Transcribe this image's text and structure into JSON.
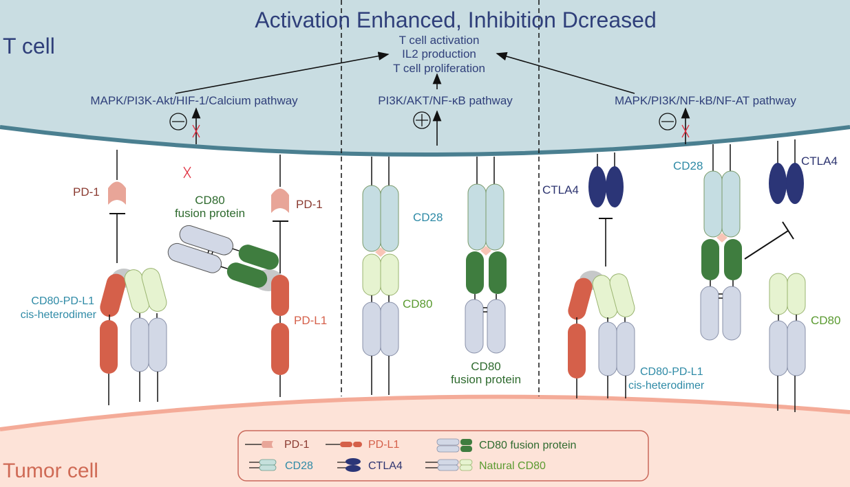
{
  "title": "Activation Enhanced, Inhibition Dcreased",
  "cells": {
    "t_cell": "T cell",
    "tumor_cell": "Tumor cell"
  },
  "outcome": {
    "lines": [
      "T cell activation",
      "IL2 production",
      "T cell proliferation"
    ]
  },
  "panels": [
    {
      "pathway": "MAPK/PI3K-Akt/HIF-1/Calcium pathway",
      "sign": "minus",
      "blocked": true,
      "labels": {
        "pd1_left": "PD-1",
        "pd1_right": "PD-1",
        "fusion": [
          "CD80",
          "fusion protein"
        ],
        "cis": [
          "CD80-PD-L1",
          "cis-heterodimer"
        ],
        "pdl1": "PD-L1"
      }
    },
    {
      "pathway": "PI3K/AKT/NF-κB pathway",
      "sign": "plus",
      "blocked": false,
      "labels": {
        "cd28": "CD28",
        "cd80": "CD80",
        "fusion": [
          "CD80",
          "fusion protein"
        ]
      }
    },
    {
      "pathway": "MAPK/PI3K/NF-kB/NF-AT pathway",
      "sign": "minus",
      "blocked": true,
      "labels": {
        "ctla4_left": "CTLA4",
        "cd28": "CD28",
        "ctla4_right": "CTLA4",
        "cis": [
          "CD80-PD-L1",
          "cis-heterodimer"
        ],
        "cd80": "CD80"
      }
    }
  ],
  "legend": [
    {
      "label": "PD-1",
      "icon": "pd1-icon",
      "color": "#8a3a30"
    },
    {
      "label": "PD-L1",
      "icon": "pdl1-icon",
      "color": "#d5604a"
    },
    {
      "label": "CD80 fusion protein",
      "icon": "fusion-protein-icon",
      "color": "#2e6a2e"
    },
    {
      "label": "CD28",
      "icon": "cd28-icon",
      "color": "#2e8aa6"
    },
    {
      "label": "CTLA4",
      "icon": "ctla4-icon",
      "color": "#2d3470"
    },
    {
      "label": "Natural CD80",
      "icon": "natural-cd80-icon",
      "color": "#5a9a30"
    }
  ],
  "colors": {
    "tcell_bg": "#c9dde2",
    "tcell_membrane": "#4a7f90",
    "tumor_bg": "#fde3d8",
    "tumor_membrane": "#f4ab98",
    "text_navy": "#2f3f7a",
    "pd1": "#e8a598",
    "pdl1": "#d5604a",
    "cd28": "#c5dde2",
    "cd80_natural": "#e6f3d0",
    "cd80_fusion": "#3f7d3f",
    "fc_domain": "#d2d8e6",
    "ctla4": "#2b3577",
    "blocked_x": "#e03040"
  }
}
